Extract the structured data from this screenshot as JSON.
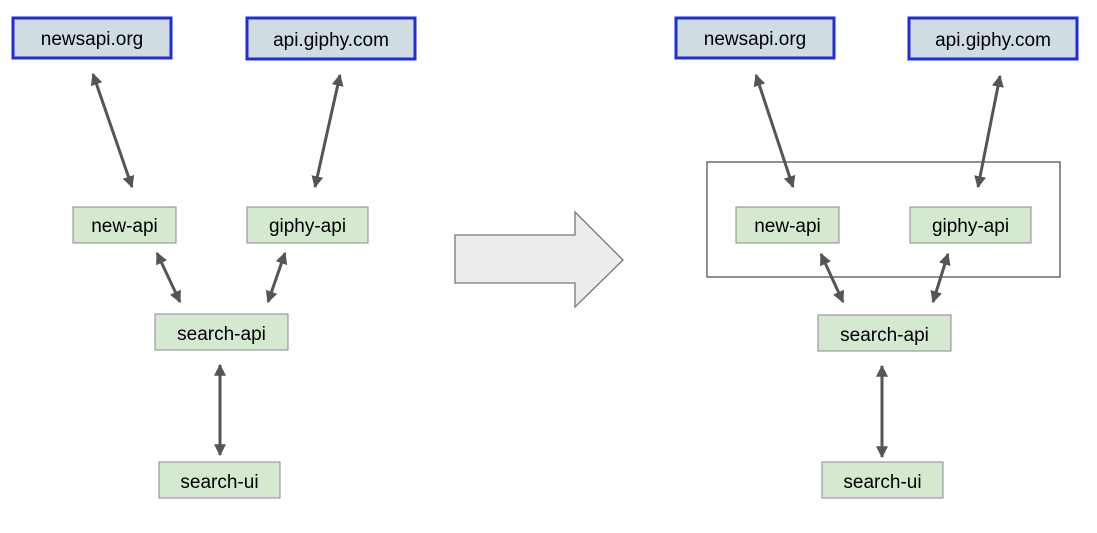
{
  "nodes": {
    "newsapi": "newsapi.org",
    "giphy": "api.giphy.com",
    "new_api": "new-api",
    "giphy_api": "giphy-api",
    "search_api": "search-api",
    "search_ui": "search-ui"
  },
  "colors": {
    "external_fill": "#cfdde2",
    "external_border": "#1f2fd6",
    "service_fill": "#d5e8d0",
    "service_border": "#8a8a8a",
    "edge": "#555555",
    "transform_arrow_fill": "#ececec"
  }
}
